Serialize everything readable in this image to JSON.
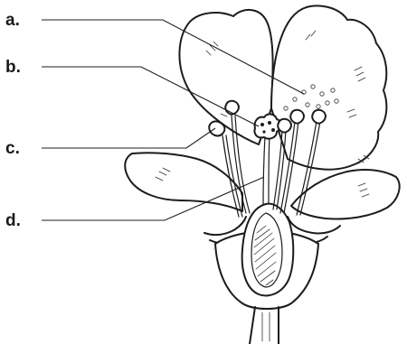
{
  "labels": [
    {
      "id": "a",
      "text": "a."
    },
    {
      "id": "b",
      "text": "b."
    },
    {
      "id": "c",
      "text": "c."
    },
    {
      "id": "d",
      "text": "d."
    }
  ]
}
